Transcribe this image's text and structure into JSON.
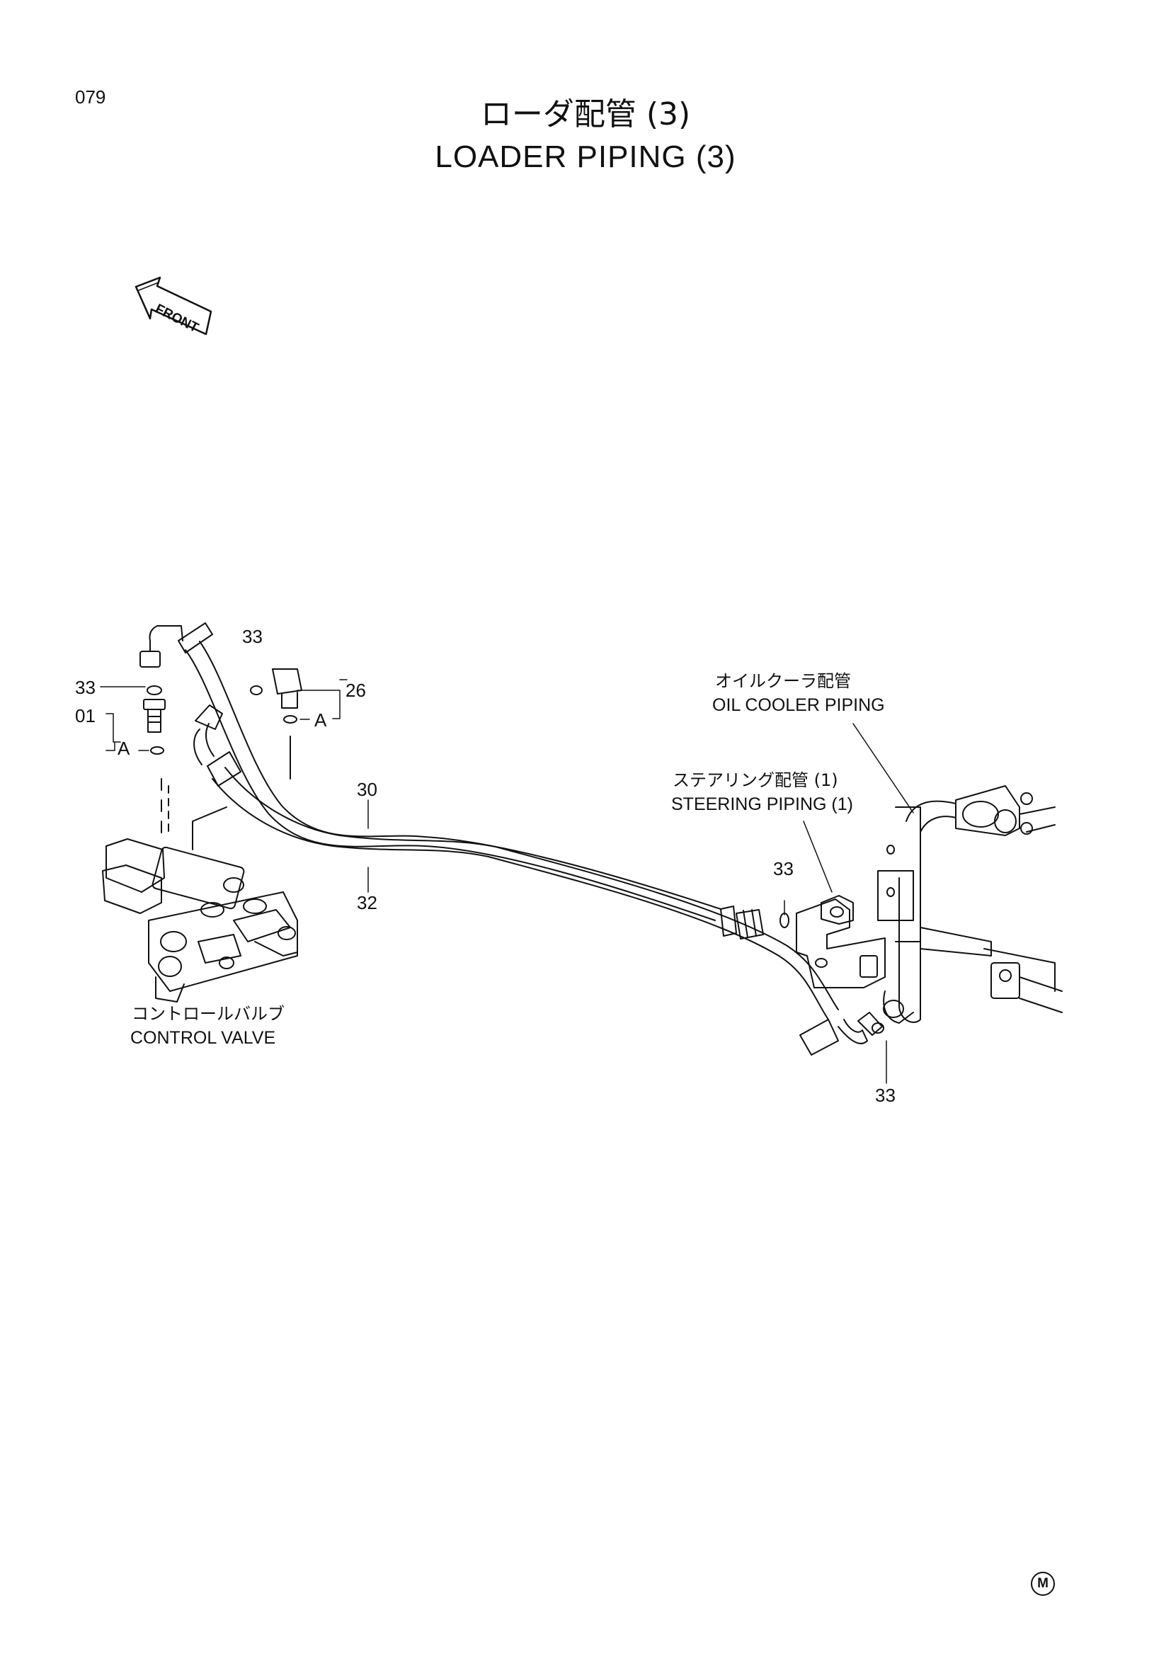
{
  "page": {
    "number": "079"
  },
  "title": {
    "jp": "ローダ配管 (3)",
    "en": "LOADER PIPING (3)"
  },
  "front_arrow": {
    "label": "FRONT",
    "icon": "front-direction-arrow-icon"
  },
  "callouts": {
    "c33_top": "33",
    "c33_left": "33",
    "c01": "01",
    "cA_left": "A",
    "c26": "26",
    "cA_right": "A",
    "c30": "30",
    "c32": "32",
    "c33_mid": "33",
    "c33_bottom": "33"
  },
  "references": {
    "oil_cooler": {
      "jp": "オイルクーラ配管",
      "en": "OIL COOLER PIPING"
    },
    "steering": {
      "jp": "ステアリング配管 (1)",
      "en": "STEERING PIPING (1)"
    },
    "control_valve": {
      "jp": "コントロールバルブ",
      "en": "CONTROL VALVE"
    }
  },
  "corner_mark": "M"
}
